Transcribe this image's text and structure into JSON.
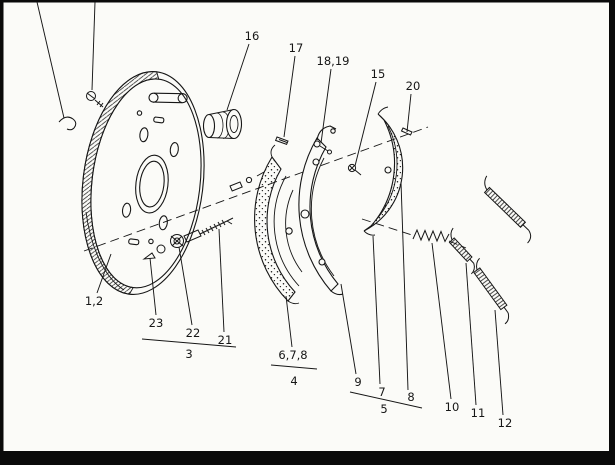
{
  "colors": {
    "ink": "#161616",
    "paper": "#fbfbf8",
    "border": "#0a0a0a"
  },
  "diagram_labels": {
    "p16": "16",
    "p17": "17",
    "p18_19": "18,19",
    "p15": "15",
    "p20": "20",
    "p1_2": "1,2",
    "p23": "23",
    "p22": "22",
    "p21": "21",
    "p3": "3",
    "p6_7_8": "6,7,8",
    "p4": "4",
    "p9": "9",
    "p7": "7",
    "p8": "8",
    "p5": "5",
    "p10": "10",
    "p11": "11",
    "p12": "12"
  }
}
